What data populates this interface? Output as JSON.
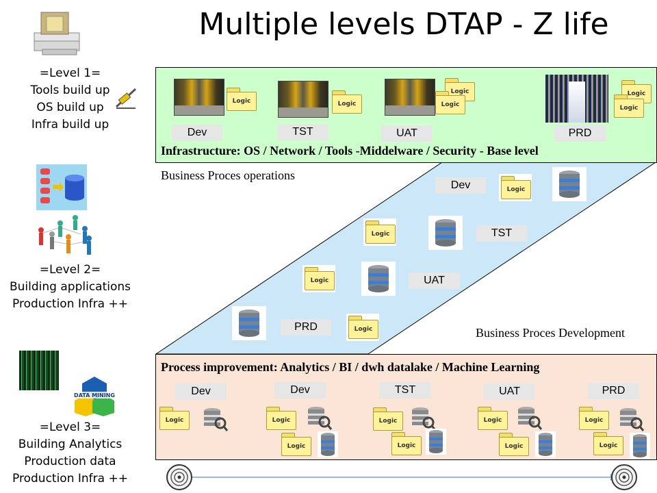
{
  "title": "Multiple levels DTAP - Z life",
  "levels": [
    {
      "lines": [
        "=Level 1=",
        "Tools build up",
        "OS build up",
        "Infra build up"
      ]
    },
    {
      "lines": [
        "=Level 2=",
        "Building applications",
        "Production Infra ++"
      ]
    },
    {
      "lines": [
        "=Level 3=",
        "Building Analytics",
        "Production data",
        "Production Infra ++"
      ]
    }
  ],
  "top_box": {
    "envs": [
      "Dev",
      "TST",
      "UAT",
      "PRD"
    ],
    "caption": "Infrastructure:  OS / Network / Tools -Middelware / Security - Base level"
  },
  "middle": {
    "label_operations": "Business Proces operations",
    "label_development": "Business Proces Development",
    "envs": [
      "Dev",
      "TST",
      "UAT",
      "PRD"
    ]
  },
  "bottom_box": {
    "caption": "Process improvement:  Analytics  / BI / dwh datalake / Machine Learning",
    "envs": [
      "Dev",
      "Dev",
      "TST",
      "UAT",
      "PRD"
    ]
  },
  "icon_text": {
    "logic": "Logic",
    "data_mining": "DATA MINING"
  },
  "colors": {
    "top_box": "#ccffcc",
    "band": "#cce8f8",
    "bottom_box": "#fbe5d6",
    "env_label": "#e6e6e6",
    "arrow": "#7f9fc9"
  }
}
